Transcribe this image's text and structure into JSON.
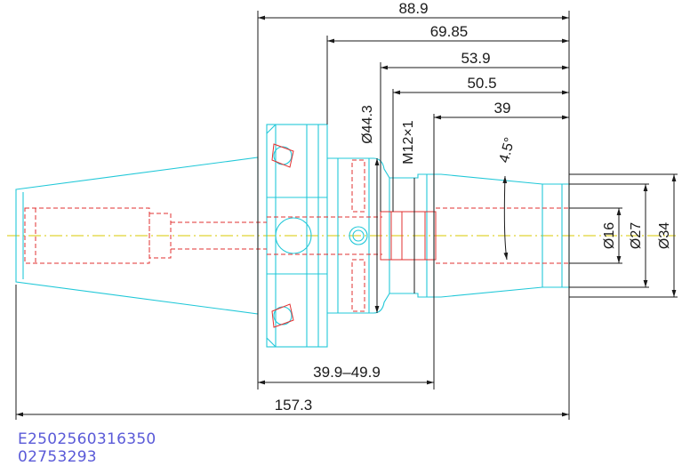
{
  "dimensions": {
    "overall_top": "88.9",
    "d2": "69.85",
    "d3": "53.9",
    "d4": "50.5",
    "d5": "39",
    "dia_flange": "Ø44.3",
    "thread": "M12×1",
    "angle": "4.5°",
    "dia_16": "Ø16",
    "dia_27": "Ø27",
    "dia_34": "Ø34",
    "range": "39.9–49.9",
    "overall": "157.3"
  },
  "codes": {
    "line1": "E2502560316350",
    "line2": "02753293"
  },
  "colors": {
    "outline": "#22c8d8",
    "hidden": "#e23030",
    "centerline": "#d8c800",
    "dimension": "#1a1a1a",
    "code_text": "#5a5ad8"
  }
}
